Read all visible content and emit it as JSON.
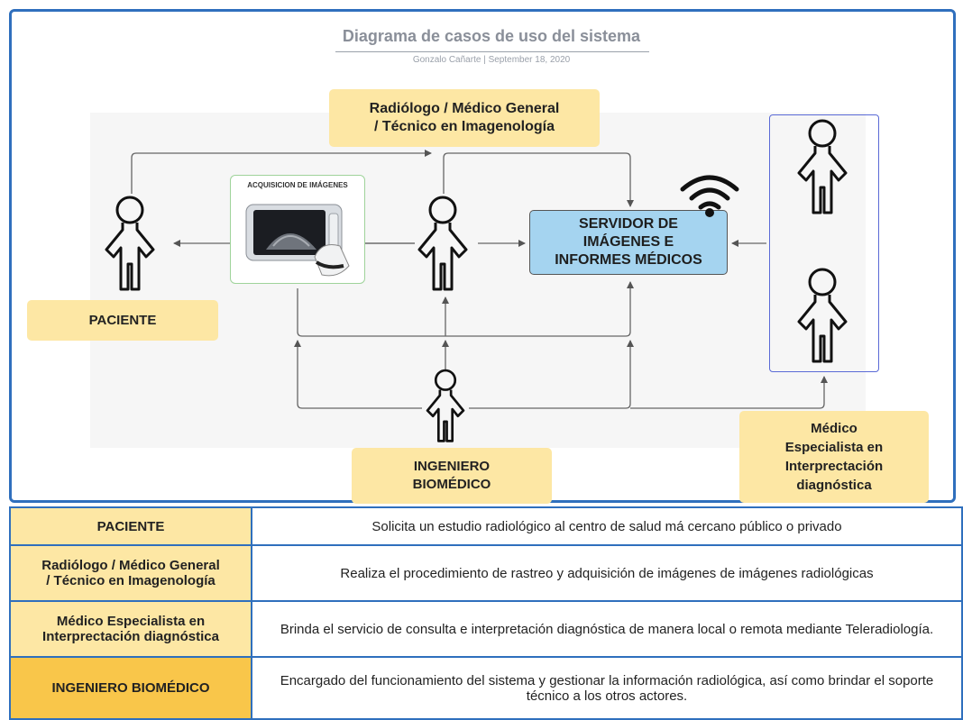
{
  "diagram": {
    "title": "Diagrama de casos de uso del sistema",
    "subtitle": "Gonzalo Cañarte  |  September 18, 2020",
    "acquisition_label": "ACQUISICION DE IMÁGENES",
    "server_label": "SERVIDOR DE\nIMÁGENES E\nINFORMES MÉDICOS",
    "actors": {
      "paciente": "PACIENTE",
      "radiologo": "Radiólogo / Médico General\n/ Técnico en Imagenología",
      "ingeniero": "INGENIERO\nBIOMÉDICO",
      "especialista": "Médico\nEspecialista en\nInterprectación\ndiagnóstica"
    },
    "icons": [
      "person-icon",
      "wifi-icon",
      "ultrasound-device-icon"
    ]
  },
  "table": {
    "rows": [
      {
        "role": "PACIENTE",
        "description": "Solicita un estudio radiológico al centro de salud má cercano  público o privado"
      },
      {
        "role": "Radiólogo / Médico General\n/ Técnico en Imagenología",
        "description": "Realiza el procedimiento de rastreo y adquisición de imágenes de imágenes radiológicas"
      },
      {
        "role": "Médico Especialista en\nInterprectación diagnóstica",
        "description": "Brinda el servicio de consulta e interpretación diagnóstica de manera local o remota mediante Teleradiología."
      },
      {
        "role": "INGENIERO BIOMÉDICO",
        "description": "Encargado del funcionamiento del sistema y gestionar la información radiológica, así como brindar el soporte técnico a los otros actores."
      }
    ]
  },
  "colors": {
    "frame_border": "#2f6fbd",
    "note_fill": "#fde7a4",
    "note_fill_dark": "#f9c64a",
    "server_fill": "#a5d4f0",
    "group_border": "#5a6ad6"
  }
}
